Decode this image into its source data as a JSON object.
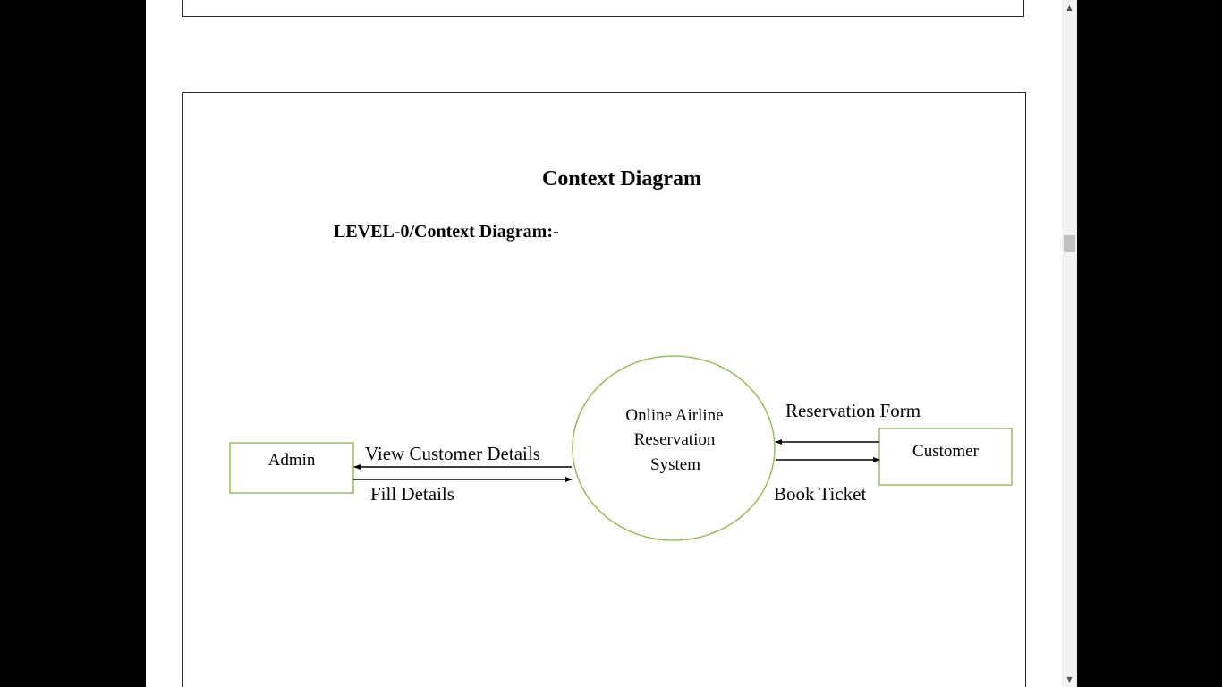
{
  "document": {
    "title": "Context Diagram",
    "subtitle": "LEVEL-0/Context  Diagram:-"
  },
  "diagram": {
    "process": {
      "line1": "Online  Airline",
      "line2": "Reservation",
      "line3": "System"
    },
    "entities": {
      "admin": "Admin",
      "customer": "Customer"
    },
    "flows": {
      "view_customer_details": "View Customer Details",
      "fill_details": "Fill Details",
      "reservation_form": "Reservation Form",
      "book_ticket": "Book Ticket"
    },
    "colors": {
      "node_stroke": "#9bbb59",
      "arrow": "#000000"
    }
  }
}
